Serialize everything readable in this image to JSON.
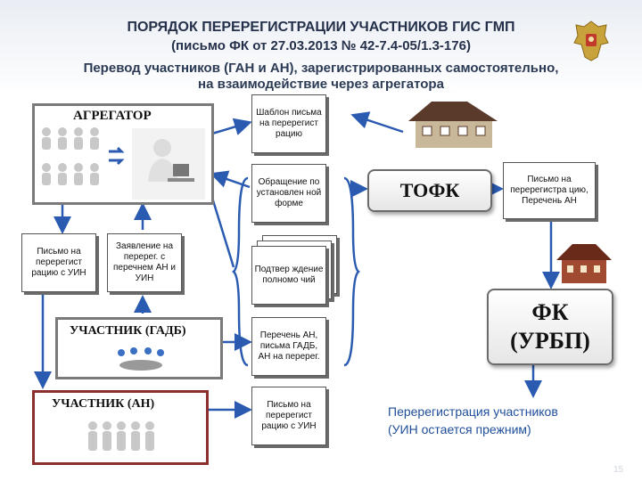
{
  "header": {
    "line1": "ПОРЯДОК ПЕРЕРЕГИСТРАЦИИ УЧАСТНИКОВ ГИС ГМП",
    "line2": "(письмо ФК от 27.03.2013 № 42-7.4-05/1.3-176)",
    "line3": "Перевод участников (ГАН и АН), зарегистрированных самостоятельно,",
    "line4": "на взаимодействие через агрегатора"
  },
  "nodes": {
    "aggregator": "АГРЕГАТОР",
    "participant_gadb": "УЧАСТНИК (ГАДБ)",
    "participant_an": "УЧАСТНИК (АН)",
    "tofk": "ТОФК",
    "fk_line1": "ФК",
    "fk_line2": "(УРБП)"
  },
  "documents": {
    "letter_uin": "Письмо на перерегист рацию с УИН",
    "application": "Заявление на перерег. с перечнем АН и УИН",
    "template": "Шаблон письма на перерегист рацию",
    "appeal": "Обращение по установлен ной форме",
    "confirmation": "Подтвер ждение полномо чий",
    "list_letters": "Перечень АН, письма ГАДБ, АН на перерег.",
    "letter_uin_right": "Письмо на перерегист рацию с УИН",
    "letter_tofk": "Письмо на перерегистра цию, Перечень АН"
  },
  "footer": {
    "line1": "Перерегистрация участников",
    "line2": "(УИН остается прежним)"
  },
  "page_number": "15",
  "colors": {
    "arrow": "#2a5bb0",
    "frame_gray": "#7a7a7a",
    "frame_red": "#8b2e2e",
    "footer_text": "#1f4e9a"
  }
}
